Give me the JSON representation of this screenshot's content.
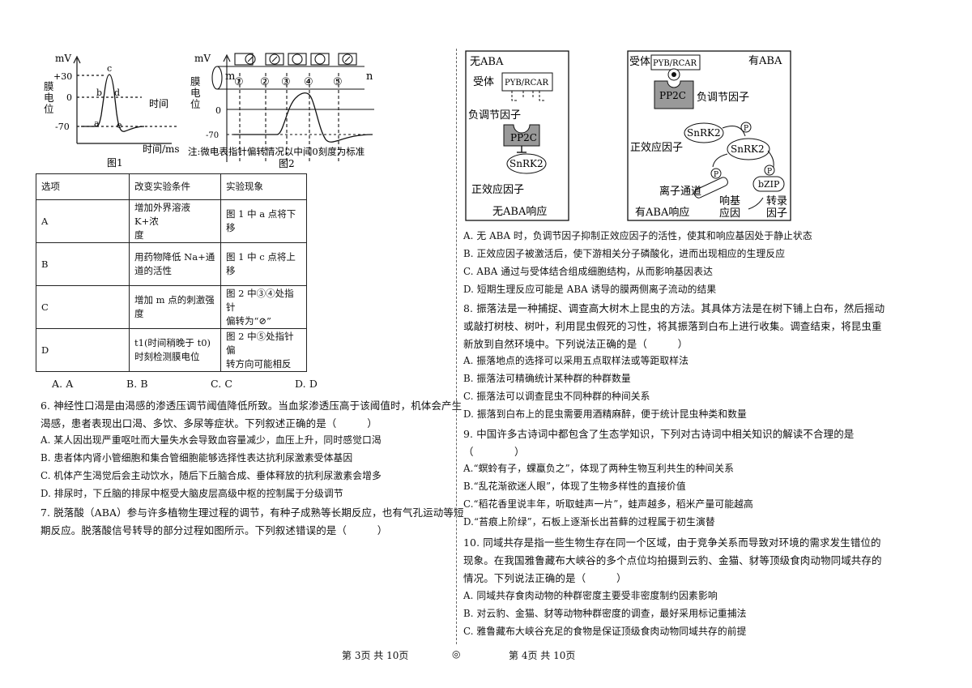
{
  "fig1": {
    "ylabel": "膜电位",
    "unit_mv": "mV",
    "y_plus30": "+30",
    "y_zero": "0",
    "y_minus70": "-70",
    "point_a": "a",
    "point_b": "b",
    "point_c": "c",
    "point_d": "d",
    "point_e": "e",
    "time_label": "时间",
    "xlabel": "时间/ms",
    "caption": "图1"
  },
  "fig2": {
    "unit_mv": "mV",
    "ylabel": "膜电位",
    "m": "m",
    "n": "n",
    "points": [
      "①",
      "②",
      "③",
      "④",
      "⑤"
    ],
    "y_zero": "0",
    "y_minus70": "-70",
    "note": "注:微电表指针偏转情况以中间0刻度为标准",
    "caption": "图2"
  },
  "table": {
    "headers": [
      "选项",
      "改变实验条件",
      "实验现象"
    ],
    "rows": [
      {
        "opt": "A",
        "cond": [
          "增加外界溶液 K+浓",
          "度"
        ],
        "result": [
          "图 1 中 a 点将下移"
        ]
      },
      {
        "opt": "B",
        "cond": [
          "用药物降低 Na+通",
          "道的活性"
        ],
        "result": [
          "图 1 中 c 点将上移"
        ]
      },
      {
        "opt": "C",
        "cond": [
          "增加 m 点的刺激强",
          "度"
        ],
        "result": [
          "图 2 中③④处指针",
          "偏转为“⊘”"
        ]
      },
      {
        "opt": "D",
        "cond": [
          "t1(时间稍晚于 t0)",
          "时刻检测膜电位"
        ],
        "result": [
          "图 2 中⑤处指针偏",
          "转方向可能相反"
        ]
      }
    ]
  },
  "q5_options": [
    "A. A",
    "B. B",
    "C. C",
    "D. D"
  ],
  "q6": {
    "stem": [
      "6. 神经性口渴是由渴感的渗透压调节阈值降低所致。当血浆渗透压高于该阈值时，机体会产生",
      "渴感，患者表现出口渴、多饮、多尿等症状。下列叙述正确的是（　　　）"
    ],
    "options": [
      "A. 某人因出现严重呕吐而大量失水会导致血容量减少，血压上升，同时感觉口渴",
      "B. 患者体内肾小管细胞和集合管细胞能够选择性表达抗利尿激素受体基因",
      "C. 机体产生渴觉后会主动饮水，随后下丘脑合成、垂体释放的抗利尿激素会增多",
      "D. 排尿时，下丘脑的排尿中枢受大脑皮层高级中枢的控制属于分级调节"
    ]
  },
  "q7": {
    "stem": [
      "7. 脱落酸（ABA）参与许多植物生理过程的调节，有种子成熟等长期反应，也有气孔运动等短",
      "期反应。脱落酸信号转导的部分过程如图所示。下列叙述错误的是（　　　）"
    ],
    "options": [
      "A. 无 ABA 时，负调节因子抑制正效应因子的活性，使其和响应基因处于静止状态",
      "B. 正效应因子被激活后，使下游相关分子磷酸化，进而出现相应的生理反应",
      "C. ABA 通过与受体结合组成细胞结构，从而影响基因表达",
      "D. 短期生理反应可能是 ABA 诱导的膜两侧离子流动的结果"
    ]
  },
  "aba_left": {
    "title": "无ABA",
    "receptor": "受体",
    "receptor_name": "PYB/RCAR",
    "neg": "负调节因子",
    "pp2c": "PP2C",
    "snrk2": "SnRK2",
    "pos": "正效应因子",
    "caption": "无ABA响应"
  },
  "aba_right": {
    "receptor": "受体",
    "receptor_name": "PYB/RCAR",
    "title": "有ABA",
    "pp2c": "PP2C",
    "neg": "负调节因子",
    "snrk2": "SnRK2",
    "pos": "正效应因子",
    "p": "P",
    "channel": "离子通道",
    "response_gene": [
      "响基",
      "应因"
    ],
    "bzip": "bZIP",
    "tf": [
      "转录",
      "因子"
    ],
    "caption": "有ABA响应"
  },
  "q8": {
    "stem": [
      "8. 振落法是一种捕捉、调查高大树木上昆虫的方法。其具体方法是在树下铺上白布，然后摇动",
      "或敲打树枝、树叶，利用昆虫假死的习性，将其振落到白布上进行收集。调查结束，将昆虫重",
      "新放到自然环境中。下列说法正确的是（　　　）"
    ],
    "options": [
      "A. 振落地点的选择可以采用五点取样法或等距取样法",
      "B. 振落法可精确统计某种群的种群数量",
      "C. 振落法可以调查昆虫不同种群的种间关系",
      "D. 振落到白布上的昆虫需要用酒精麻醉，便于统计昆虫种类和数量"
    ]
  },
  "q9": {
    "stem": [
      "9. 中国许多古诗词中都包含了生态学知识，下列对古诗词中相关知识的解读不合理的是",
      "（　　　　）"
    ],
    "options": [
      "A.“螟蛉有子，蜾蠃负之”，体现了两种生物互利共生的种间关系",
      "B.“乱花渐欲迷人眼”，体现了生物多样性的直接价值",
      "C.“稻花香里说丰年，听取蛙声一片”，蛙声越多，稻米产量可能越高",
      "D.“苔痕上阶绿”，石板上逐渐长出苔藓的过程属于初生演替"
    ]
  },
  "q10": {
    "stem": [
      "10. 同域共存是指一些生物生存在同一个区域，由于竞争关系而导致对环境的需求发生错位的",
      "现象。在我国雅鲁藏布大峡谷的多个点位均拍摄到云豹、金猫、豺等顶级食肉动物同域共存的",
      "情况。下列说法正确的是（　　　）"
    ],
    "options": [
      "A. 同域共存食肉动物的种群密度主要受非密度制约因素影响",
      "B. 对云豹、金猫、豺等动物种群密度的调查，最好采用标记重捕法",
      "C. 雅鲁藏布大峡谷充足的食物是保证顶级食肉动物同域共存的前提"
    ]
  },
  "footer": {
    "left": "第 3页  共 10页",
    "mid": "◎",
    "right": "第 4页  共 10页"
  }
}
